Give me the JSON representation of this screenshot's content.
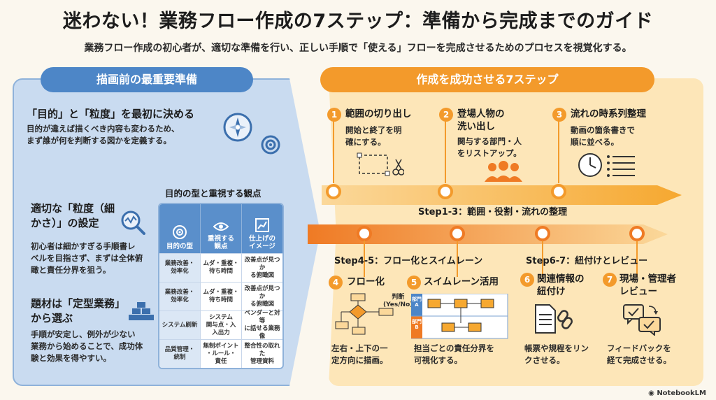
{
  "title": "迷わない！業務フロー作成の7ステップ：準備から完成までのガイド",
  "subtitle": "業務フロー作成の初心者が、適切な準備を行い、正しい手順で「使える」フローを完成させるためのプロセスを視覚化する。",
  "left": {
    "header": "描画前の最重要準備",
    "sections": [
      {
        "title": "「目的」と「粒度」を最初に決める",
        "body": [
          "目的が違えば描くべき内容も変わるため、",
          "まず誰が何を判断する図かを定義する。"
        ]
      },
      {
        "title": [
          "適切な「粒度（細",
          "かさ）」の設定"
        ],
        "body": [
          "初心者は細かすぎる手順書レ",
          "ベルを目指さず、まずは全体俯",
          "瞰と責任分界を狙う。"
        ]
      },
      {
        "title": [
          "題材は「定型業務」",
          "から選ぶ"
        ],
        "body": [
          "手順が安定し、例外が少ない",
          "業務から始めることで、成功体",
          "験と効果を得やすい。"
        ]
      }
    ],
    "table": {
      "title": "目的の型と重視する観点",
      "headers": [
        [
          "目的の型"
        ],
        [
          "重視する",
          "観点"
        ],
        [
          "仕上げの",
          "イメージ"
        ]
      ],
      "rows": [
        [
          [
            "業務改善・",
            "効率化"
          ],
          [
            "ムダ・重複・",
            "待ち時間"
          ],
          [
            "改善点が見つか",
            "る俯瞰図"
          ]
        ],
        [
          [
            "業務改善・",
            "効率化"
          ],
          [
            "ムダ・重複・",
            "待ち時間"
          ],
          [
            "改善点が見つか",
            "る俯瞰図"
          ]
        ],
        [
          [
            "システム刷新"
          ],
          [
            "システム",
            "関与点・入",
            "入出力"
          ],
          [
            "ベンダーと対等",
            "に話せる業務像"
          ]
        ],
        [
          [
            "品質管理・",
            "統制"
          ],
          [
            "無制ポイント",
            "・ルール・",
            "責任"
          ],
          [
            "整合性の取れた",
            "管理資料"
          ]
        ]
      ]
    }
  },
  "right": {
    "header": "作成を成功させる7ステップ",
    "stage1": "Step1-3：範囲・役割・流れの整理",
    "stage2": "Step4-5：フロー化とスイムレーン",
    "stage3": "Step6-7：紐付けとレビュー",
    "steps": [
      {
        "num": "1",
        "title": [
          "範囲の切り出し"
        ],
        "body": [
          "開始と終了を明",
          "確にする。"
        ]
      },
      {
        "num": "2",
        "title": [
          "登場人物の",
          "洗い出し"
        ],
        "body": [
          "関与する部門・人",
          "をリストアップ。"
        ]
      },
      {
        "num": "3",
        "title": [
          "流れの時系列整理"
        ],
        "body": [
          "動画の箇条書きで",
          "順に並べる。"
        ]
      },
      {
        "num": "4",
        "title": [
          "フロー化"
        ],
        "body": [
          "左右・上下の一",
          "定方向に描画。"
        ]
      },
      {
        "num": "5",
        "title": [
          "スイムレーン活用"
        ],
        "body": [
          "担当ごとの責任分界を",
          "可視化する。"
        ]
      },
      {
        "num": "6",
        "title": [
          "関連情報の",
          "紐付け"
        ],
        "body": [
          "帳票や規程をリン",
          "クさせる。"
        ]
      },
      {
        "num": "7",
        "title": [
          "現場・管理者",
          "レビュー"
        ],
        "body": [
          "フィードバックを",
          "経て完成させる。"
        ]
      }
    ],
    "flow_icon": {
      "decision": "判断",
      "decision_sub": "(Yes/No)"
    },
    "swimlane_icon": {
      "lane_a": "部門A",
      "lane_b": "部門B"
    }
  },
  "watermark": "NotebookLM",
  "colors": {
    "blue": "#4d86c7",
    "orange": "#f39a2b",
    "left_bg": "#c9dbf0",
    "right_bg": "#fde6b8"
  }
}
